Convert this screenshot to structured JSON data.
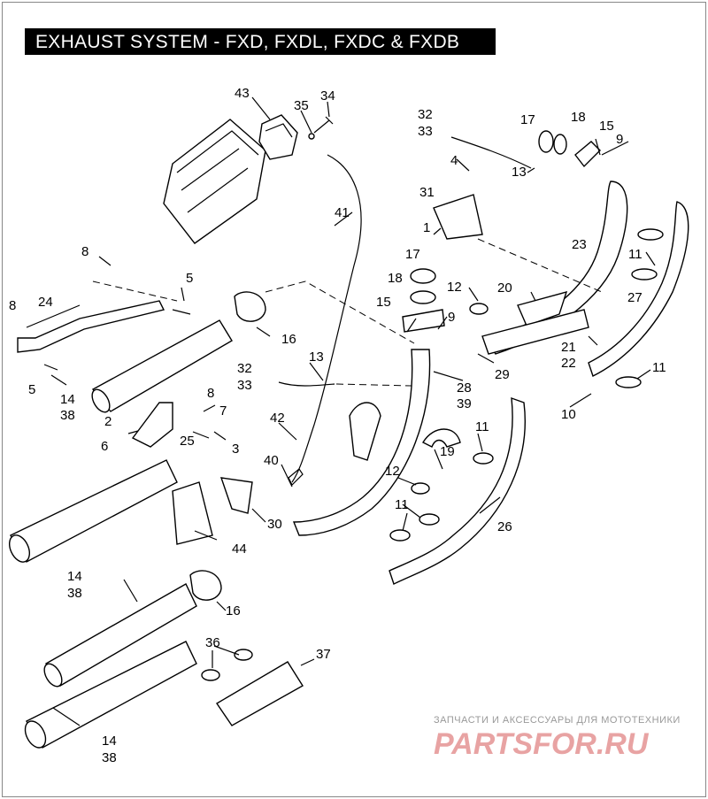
{
  "title": "EXHAUST SYSTEM - FXD, FXDL, FXDC & FXDB",
  "labels": [
    {
      "id": "l43",
      "text": "43"
    },
    {
      "id": "l35",
      "text": "35"
    },
    {
      "id": "l34",
      "text": "34"
    },
    {
      "id": "l32a",
      "text": "32"
    },
    {
      "id": "l33a",
      "text": "33"
    },
    {
      "id": "l17a",
      "text": "17"
    },
    {
      "id": "l18a",
      "text": "18"
    },
    {
      "id": "l15a",
      "text": "15"
    },
    {
      "id": "l9a",
      "text": "9"
    },
    {
      "id": "l4",
      "text": "4"
    },
    {
      "id": "l13a",
      "text": "13"
    },
    {
      "id": "l31",
      "text": "31"
    },
    {
      "id": "l41",
      "text": "41"
    },
    {
      "id": "l1",
      "text": "1"
    },
    {
      "id": "l23",
      "text": "23"
    },
    {
      "id": "l11a",
      "text": "11"
    },
    {
      "id": "l27",
      "text": "27"
    },
    {
      "id": "l8a",
      "text": "8"
    },
    {
      "id": "l5a",
      "text": "5"
    },
    {
      "id": "l24",
      "text": "24"
    },
    {
      "id": "l8b",
      "text": "8"
    },
    {
      "id": "l17b",
      "text": "17"
    },
    {
      "id": "l18b",
      "text": "18"
    },
    {
      "id": "l12a",
      "text": "12"
    },
    {
      "id": "l20",
      "text": "20"
    },
    {
      "id": "l15b",
      "text": "15"
    },
    {
      "id": "l9b",
      "text": "9"
    },
    {
      "id": "l16a",
      "text": "16"
    },
    {
      "id": "l21",
      "text": "21"
    },
    {
      "id": "l22",
      "text": "22"
    },
    {
      "id": "l5b",
      "text": "5"
    },
    {
      "id": "l32b",
      "text": "32"
    },
    {
      "id": "l33b",
      "text": "33"
    },
    {
      "id": "l13b",
      "text": "13"
    },
    {
      "id": "l29",
      "text": "29"
    },
    {
      "id": "l11b",
      "text": "11"
    },
    {
      "id": "l14a",
      "text": "14"
    },
    {
      "id": "l38a",
      "text": "38"
    },
    {
      "id": "l28",
      "text": "28"
    },
    {
      "id": "l39",
      "text": "39"
    },
    {
      "id": "l10",
      "text": "10"
    },
    {
      "id": "l8c",
      "text": "8"
    },
    {
      "id": "l2",
      "text": "2"
    },
    {
      "id": "l7",
      "text": "7"
    },
    {
      "id": "l42",
      "text": "42"
    },
    {
      "id": "l6",
      "text": "6"
    },
    {
      "id": "l25",
      "text": "25"
    },
    {
      "id": "l3",
      "text": "3"
    },
    {
      "id": "l11c",
      "text": "11"
    },
    {
      "id": "l19",
      "text": "19"
    },
    {
      "id": "l40",
      "text": "40"
    },
    {
      "id": "l12b",
      "text": "12"
    },
    {
      "id": "l30",
      "text": "30"
    },
    {
      "id": "l11d",
      "text": "11"
    },
    {
      "id": "l26",
      "text": "26"
    },
    {
      "id": "l44",
      "text": "44"
    },
    {
      "id": "l14b",
      "text": "14"
    },
    {
      "id": "l38b",
      "text": "38"
    },
    {
      "id": "l16b",
      "text": "16"
    },
    {
      "id": "l36",
      "text": "36"
    },
    {
      "id": "l37",
      "text": "37"
    },
    {
      "id": "l14c",
      "text": "14"
    },
    {
      "id": "l38c",
      "text": "38"
    }
  ],
  "watermark": {
    "tagline": "ЗАПЧАСТИ И АКСЕССУАРЫ ДЛЯ МОТОТЕХНИКИ",
    "logo": "PARTSFOR.RU",
    "color": "#e8a3a3"
  }
}
